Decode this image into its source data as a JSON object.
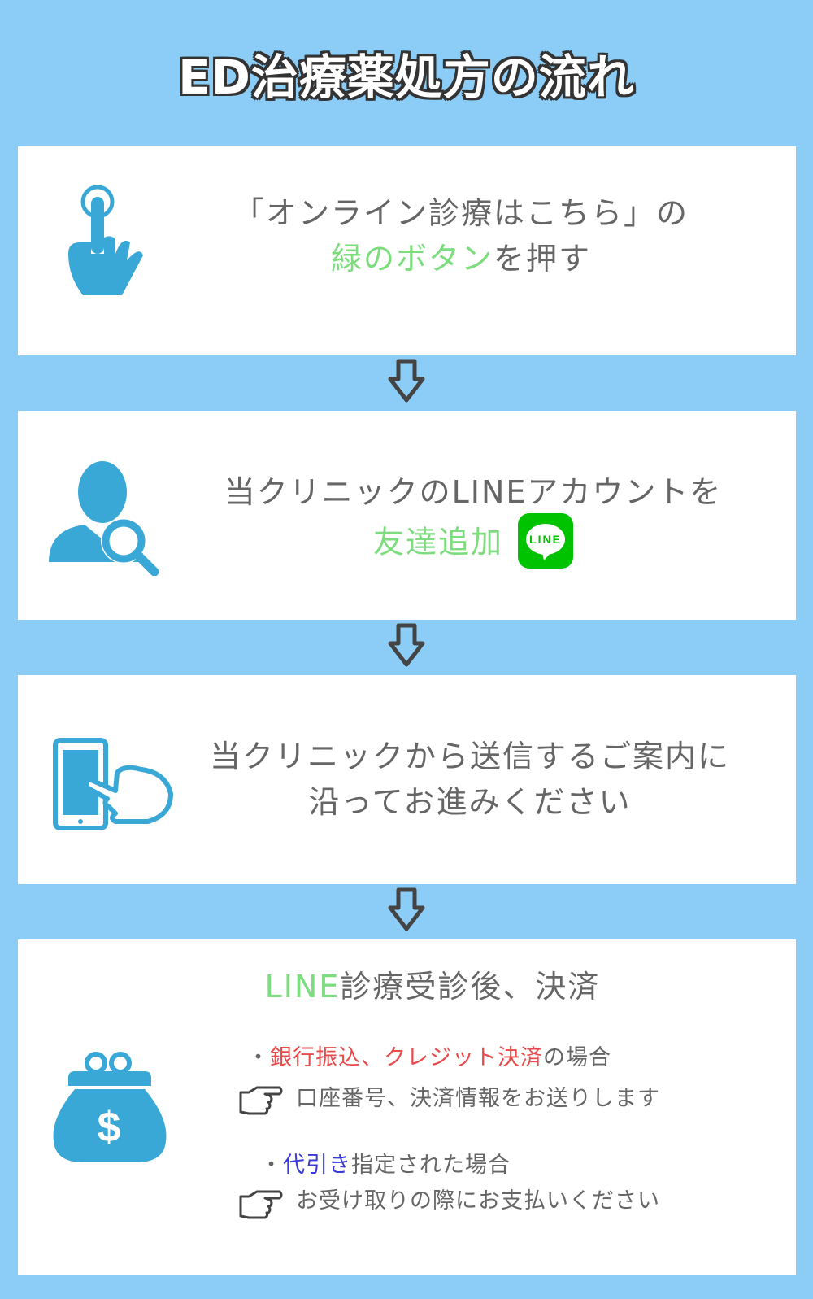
{
  "title": "ED治療薬処方の流れ",
  "colors": {
    "background": "#8ccdf7",
    "icon": "#3aa8d6",
    "green": "#7ddc7d",
    "red": "#e94b4b",
    "blue": "#3a3ad8",
    "text": "#666666"
  },
  "step1": {
    "icon": "hand-tap-icon",
    "line1": "「オンライン診療はこちら」の",
    "line2_green": "緑のボタン",
    "line2_rest": "を押す"
  },
  "step2": {
    "icon": "user-search-icon",
    "line1": "当クリニックのLINEアカウントを",
    "line2_green": "友達追加",
    "badge": "LINE"
  },
  "step3": {
    "icon": "smartphone-touch-icon",
    "line1": "当クリニックから送信するご案内に",
    "line2": "沿ってお進みください"
  },
  "step4": {
    "icon": "wallet-dollar-icon",
    "heading_green": "LINE",
    "heading_rest": "診療受診後、決済",
    "bullet1_dot": "・",
    "bullet1_red": "銀行振込、クレジット決済",
    "bullet1_rest": "の場合",
    "bullet1_detail": "口座番号、決済情報をお送りします",
    "bullet2_dot": "・",
    "bullet2_blue": "代引き",
    "bullet2_rest": "指定された場合",
    "bullet2_detail": "お受け取りの際にお支払いください"
  }
}
